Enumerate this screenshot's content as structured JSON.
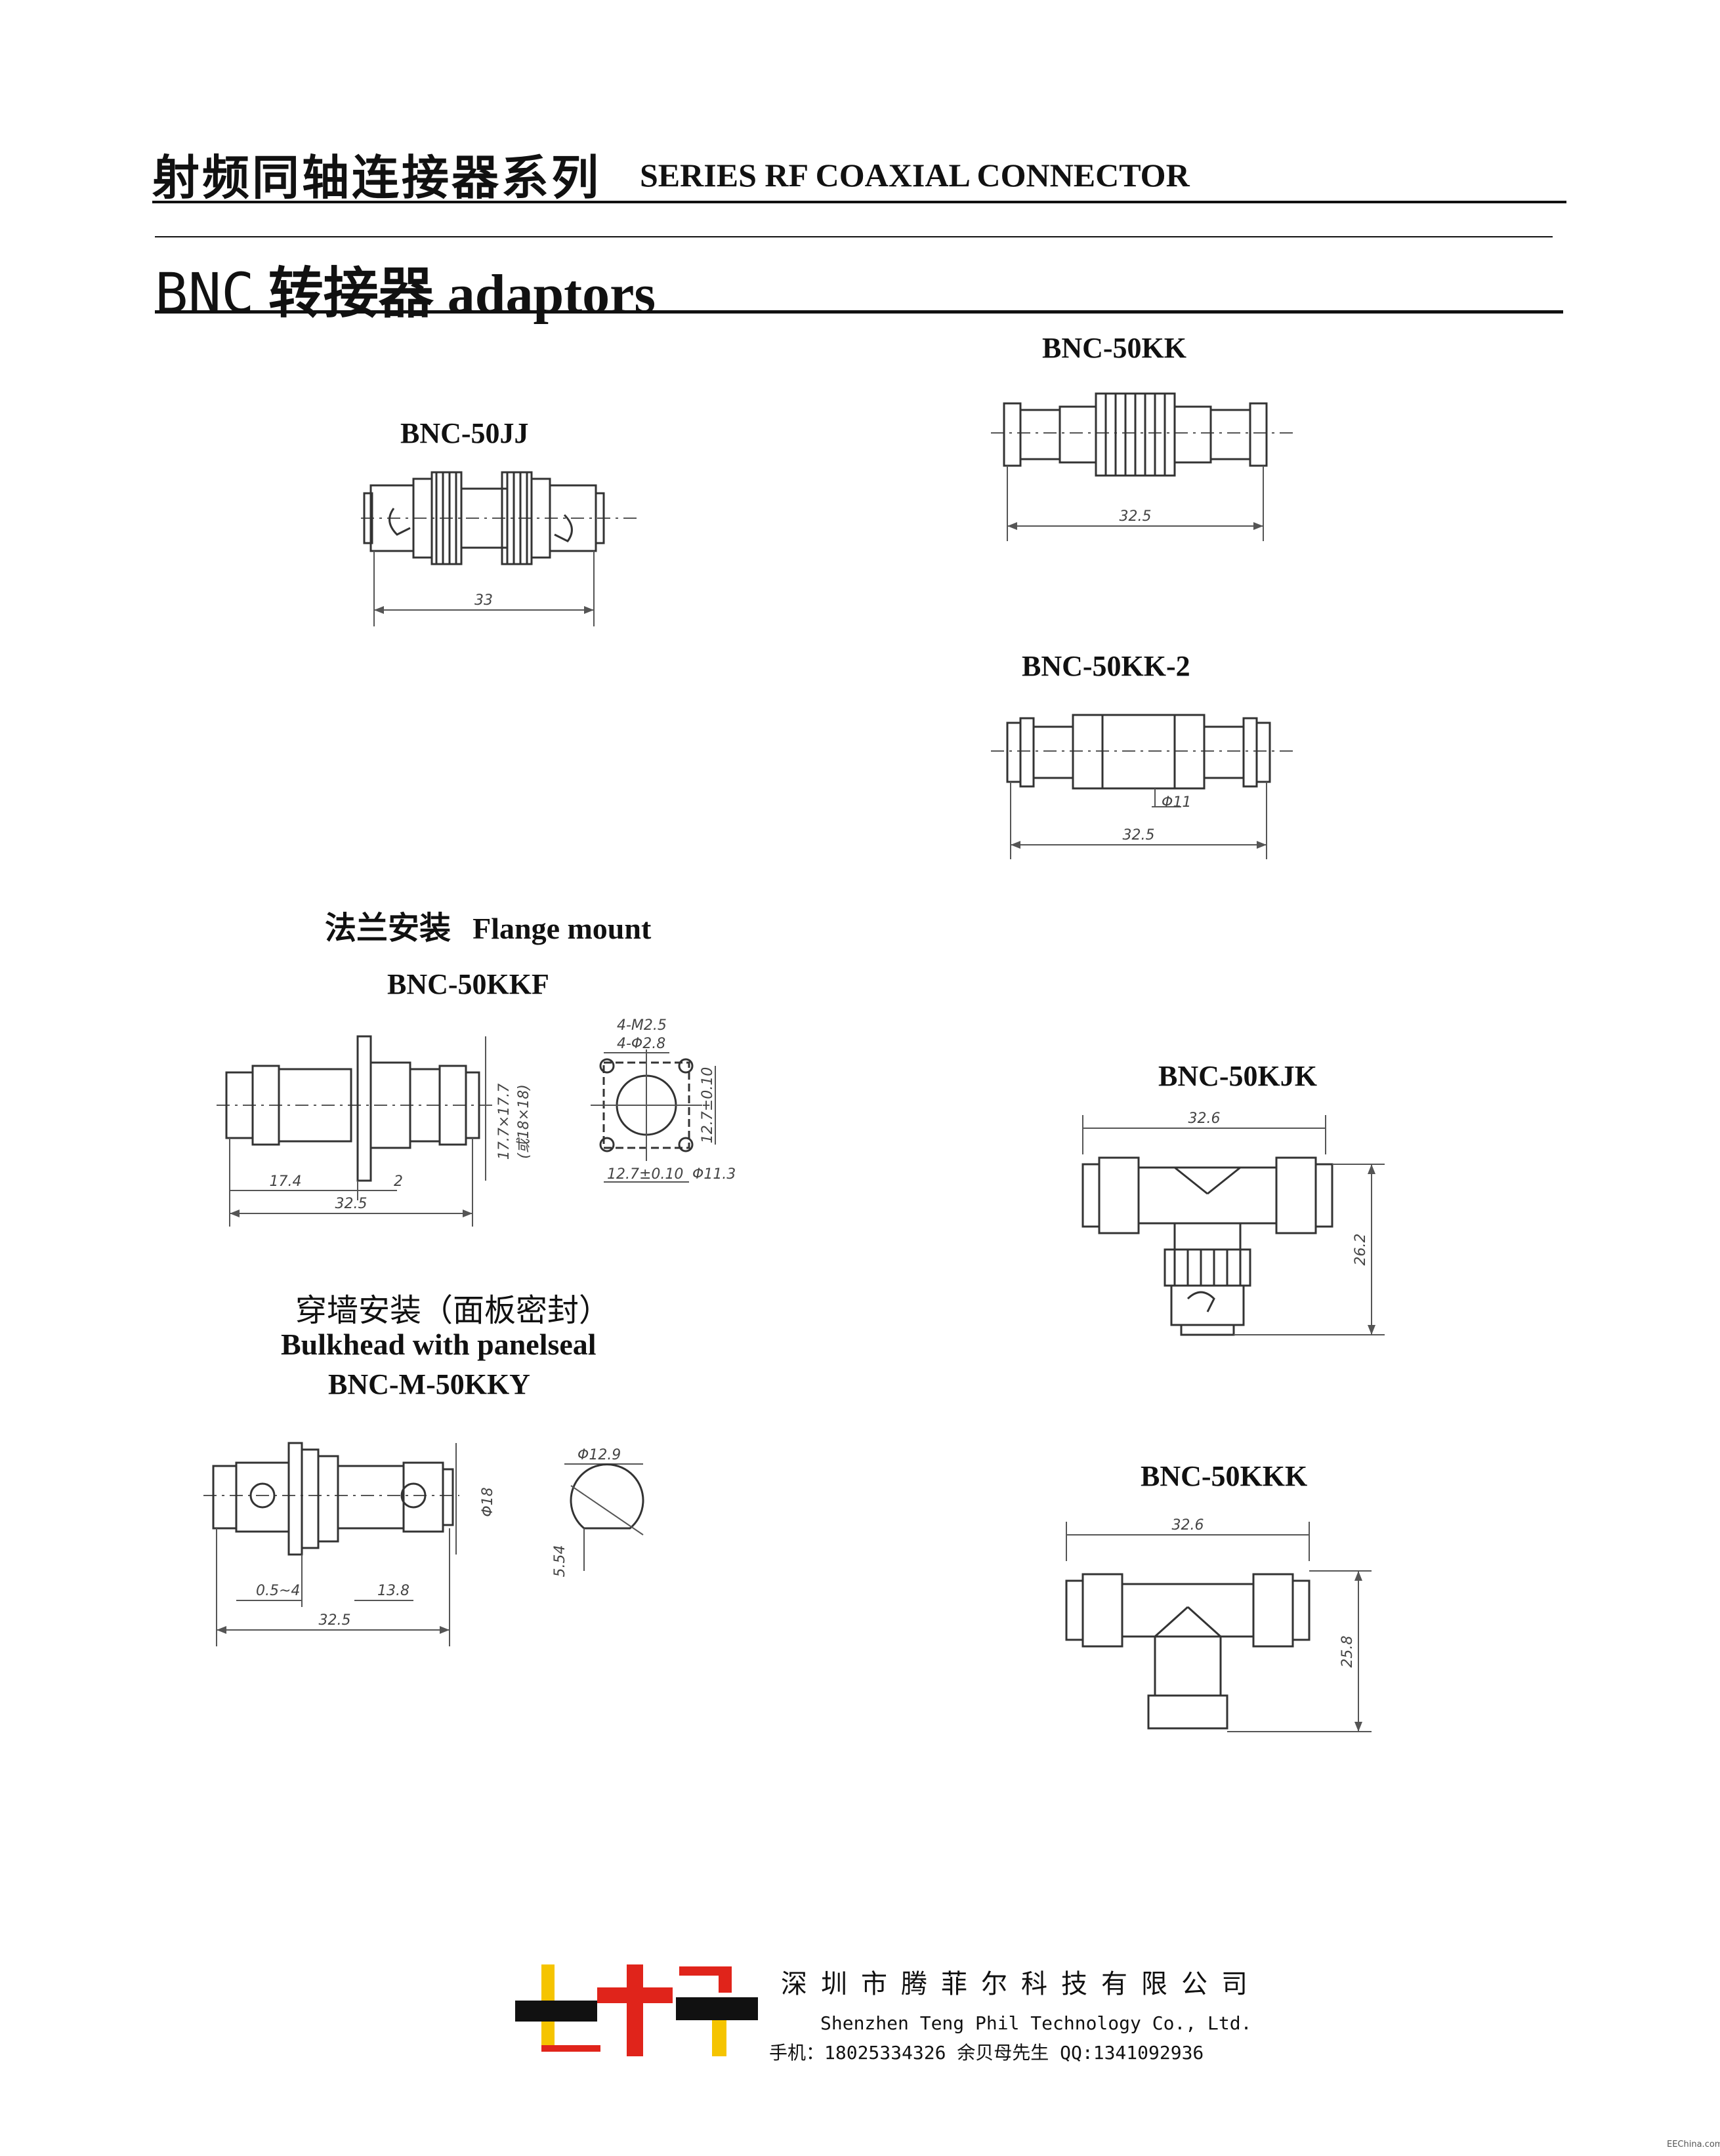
{
  "header": {
    "series_cn": "射频同轴连接器系列",
    "series_en": "SERIES RF COAXIAL CONNECTOR"
  },
  "section": {
    "title_bnc": "BNC",
    "title_cn": "转接器",
    "title_en": "adaptors"
  },
  "products": {
    "jj": {
      "model": "BNC-50JJ",
      "dim_length": "33"
    },
    "kk": {
      "model": "BNC-50KK",
      "dim_length": "32.5"
    },
    "kk2": {
      "model": "BNC-50KK-2",
      "dim_length": "32.5",
      "dim_dia": "Φ11"
    },
    "kkf": {
      "group_cn": "法兰安装",
      "group_en": "Flange mount",
      "model": "BNC-50KKF",
      "dim_a": "17.4",
      "dim_b": "2",
      "dim_length": "32.5",
      "dim_flange": "17.7×17.7",
      "dim_flange_alt": "(或18×18)",
      "dim_holes_1": "4-M2.5",
      "dim_holes_2": "4-Φ2.8",
      "dim_pitch": "12.7±0.10",
      "dim_pitch_v": "12.7±0.10",
      "dim_hole_dia": "Φ11.3"
    },
    "kky": {
      "group_cn": "穿墙安装（面板密封）",
      "group_en": "Bulkhead with panelseal",
      "model": "BNC-M-50KKY",
      "dim_panel": "0.5~4",
      "dim_b": "13.8",
      "dim_length": "32.5",
      "dim_dia": "Φ18",
      "dim_cut": "Φ12.9",
      "dim_flat": "5.54"
    },
    "kjk": {
      "model": "BNC-50KJK",
      "dim_width": "32.6",
      "dim_height": "26.2"
    },
    "kkk": {
      "model": "BNC-50KKK",
      "dim_width": "32.6",
      "dim_height": "25.8"
    }
  },
  "footer": {
    "company_cn": "深圳市腾菲尔科技有限公司",
    "company_en": "Shenzhen Teng Phil Technology Co., Ltd.",
    "contact": "手机：18025334326 余贝母先生   QQ:1341092936",
    "logo_colors": [
      "#f5c400",
      "#e0241b",
      "#111111"
    ]
  },
  "watermark": "EEChina.com"
}
